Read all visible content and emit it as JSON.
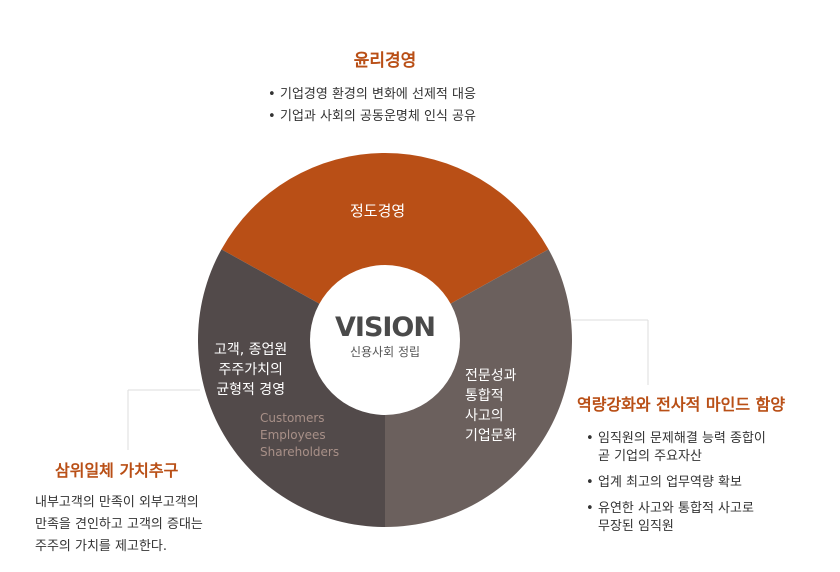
{
  "top": {
    "title": "윤리경영",
    "bullets": [
      "기업경영 환경의 변화에 선제적 대응",
      "기업과 사회의 공동운명체 인식 공유"
    ]
  },
  "right": {
    "title": "역량강화와 전사적 마인드 함양",
    "bullets": [
      "임직원의 문제해결 능력 종합이\n곧 기업의 주요자산",
      "업계 최고의 업무역량 확보",
      "유연한 사고와 통합적 사고로\n무장된 임직원"
    ]
  },
  "left": {
    "title": "삼위일체 가치추구",
    "lines": [
      "내부고객의 만족이 외부고객의",
      "만족을 견인하고 고객의 증대는",
      "주주의 가치를 제고한다."
    ]
  },
  "wheel": {
    "center_title": "VISION",
    "center_sub": "신용사회 정립",
    "top_segment": "정도경영",
    "left_segment": [
      "고객, 종업원",
      "주주가치의",
      "균형적 경영"
    ],
    "left_english": [
      "Customers",
      "Employees",
      "Shareholders"
    ],
    "right_segment": [
      "전문성과",
      "통합적",
      "사고의",
      "기업문화"
    ]
  },
  "colors": {
    "accent": "#b94f16",
    "left": "#524a4a",
    "right": "#6b605d"
  }
}
